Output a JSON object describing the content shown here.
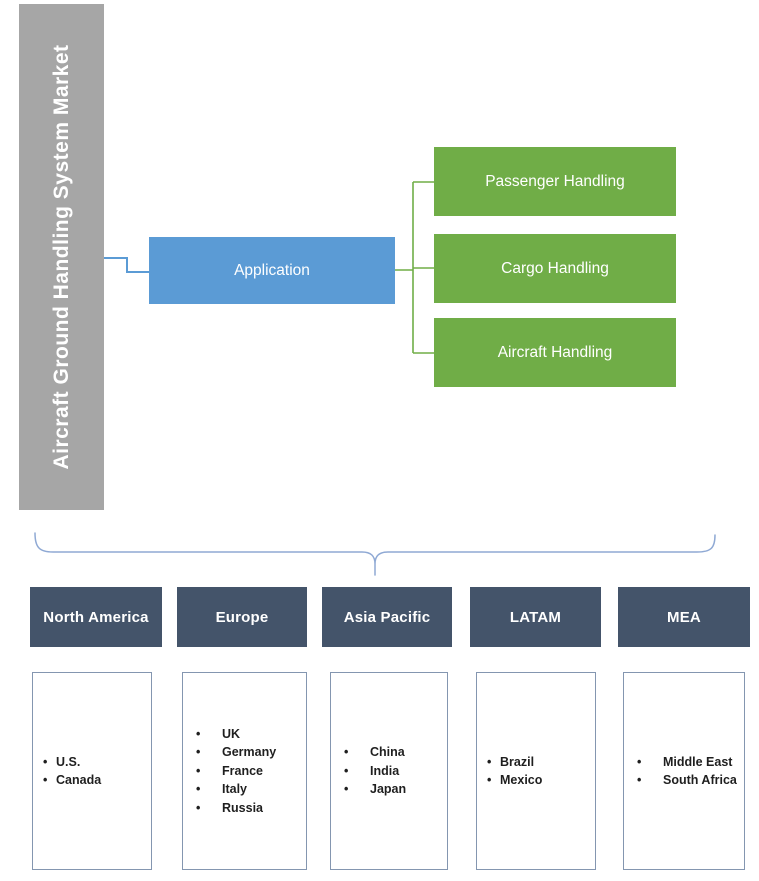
{
  "diagram": {
    "title": "Aircraft Ground Handling System Market",
    "root_segment": {
      "label": "Application"
    },
    "applications": [
      {
        "label": "Passenger Handling"
      },
      {
        "label": "Cargo Handling"
      },
      {
        "label": "Aircraft Handling"
      }
    ],
    "regions": [
      {
        "name": "North America",
        "items": [
          "U.S.",
          "Canada"
        ]
      },
      {
        "name": "Europe",
        "items": [
          "UK",
          "Germany",
          "France",
          "Italy",
          "Russia"
        ]
      },
      {
        "name": "Asia Pacific",
        "items": [
          "China",
          "India",
          "Japan"
        ]
      },
      {
        "name": "LATAM",
        "items": [
          "Brazil",
          "Mexico"
        ]
      },
      {
        "name": "MEA",
        "items": [
          "Middle East",
          "South Africa"
        ]
      }
    ],
    "colors": {
      "title_bar_gray": "#A6A6A6",
      "application_blue": "#5B9BD5",
      "segment_green": "#70AD47",
      "region_header_slate": "#44546A",
      "brace_blue": "#8FA9D4",
      "list_box_border": "#8496B0"
    }
  }
}
